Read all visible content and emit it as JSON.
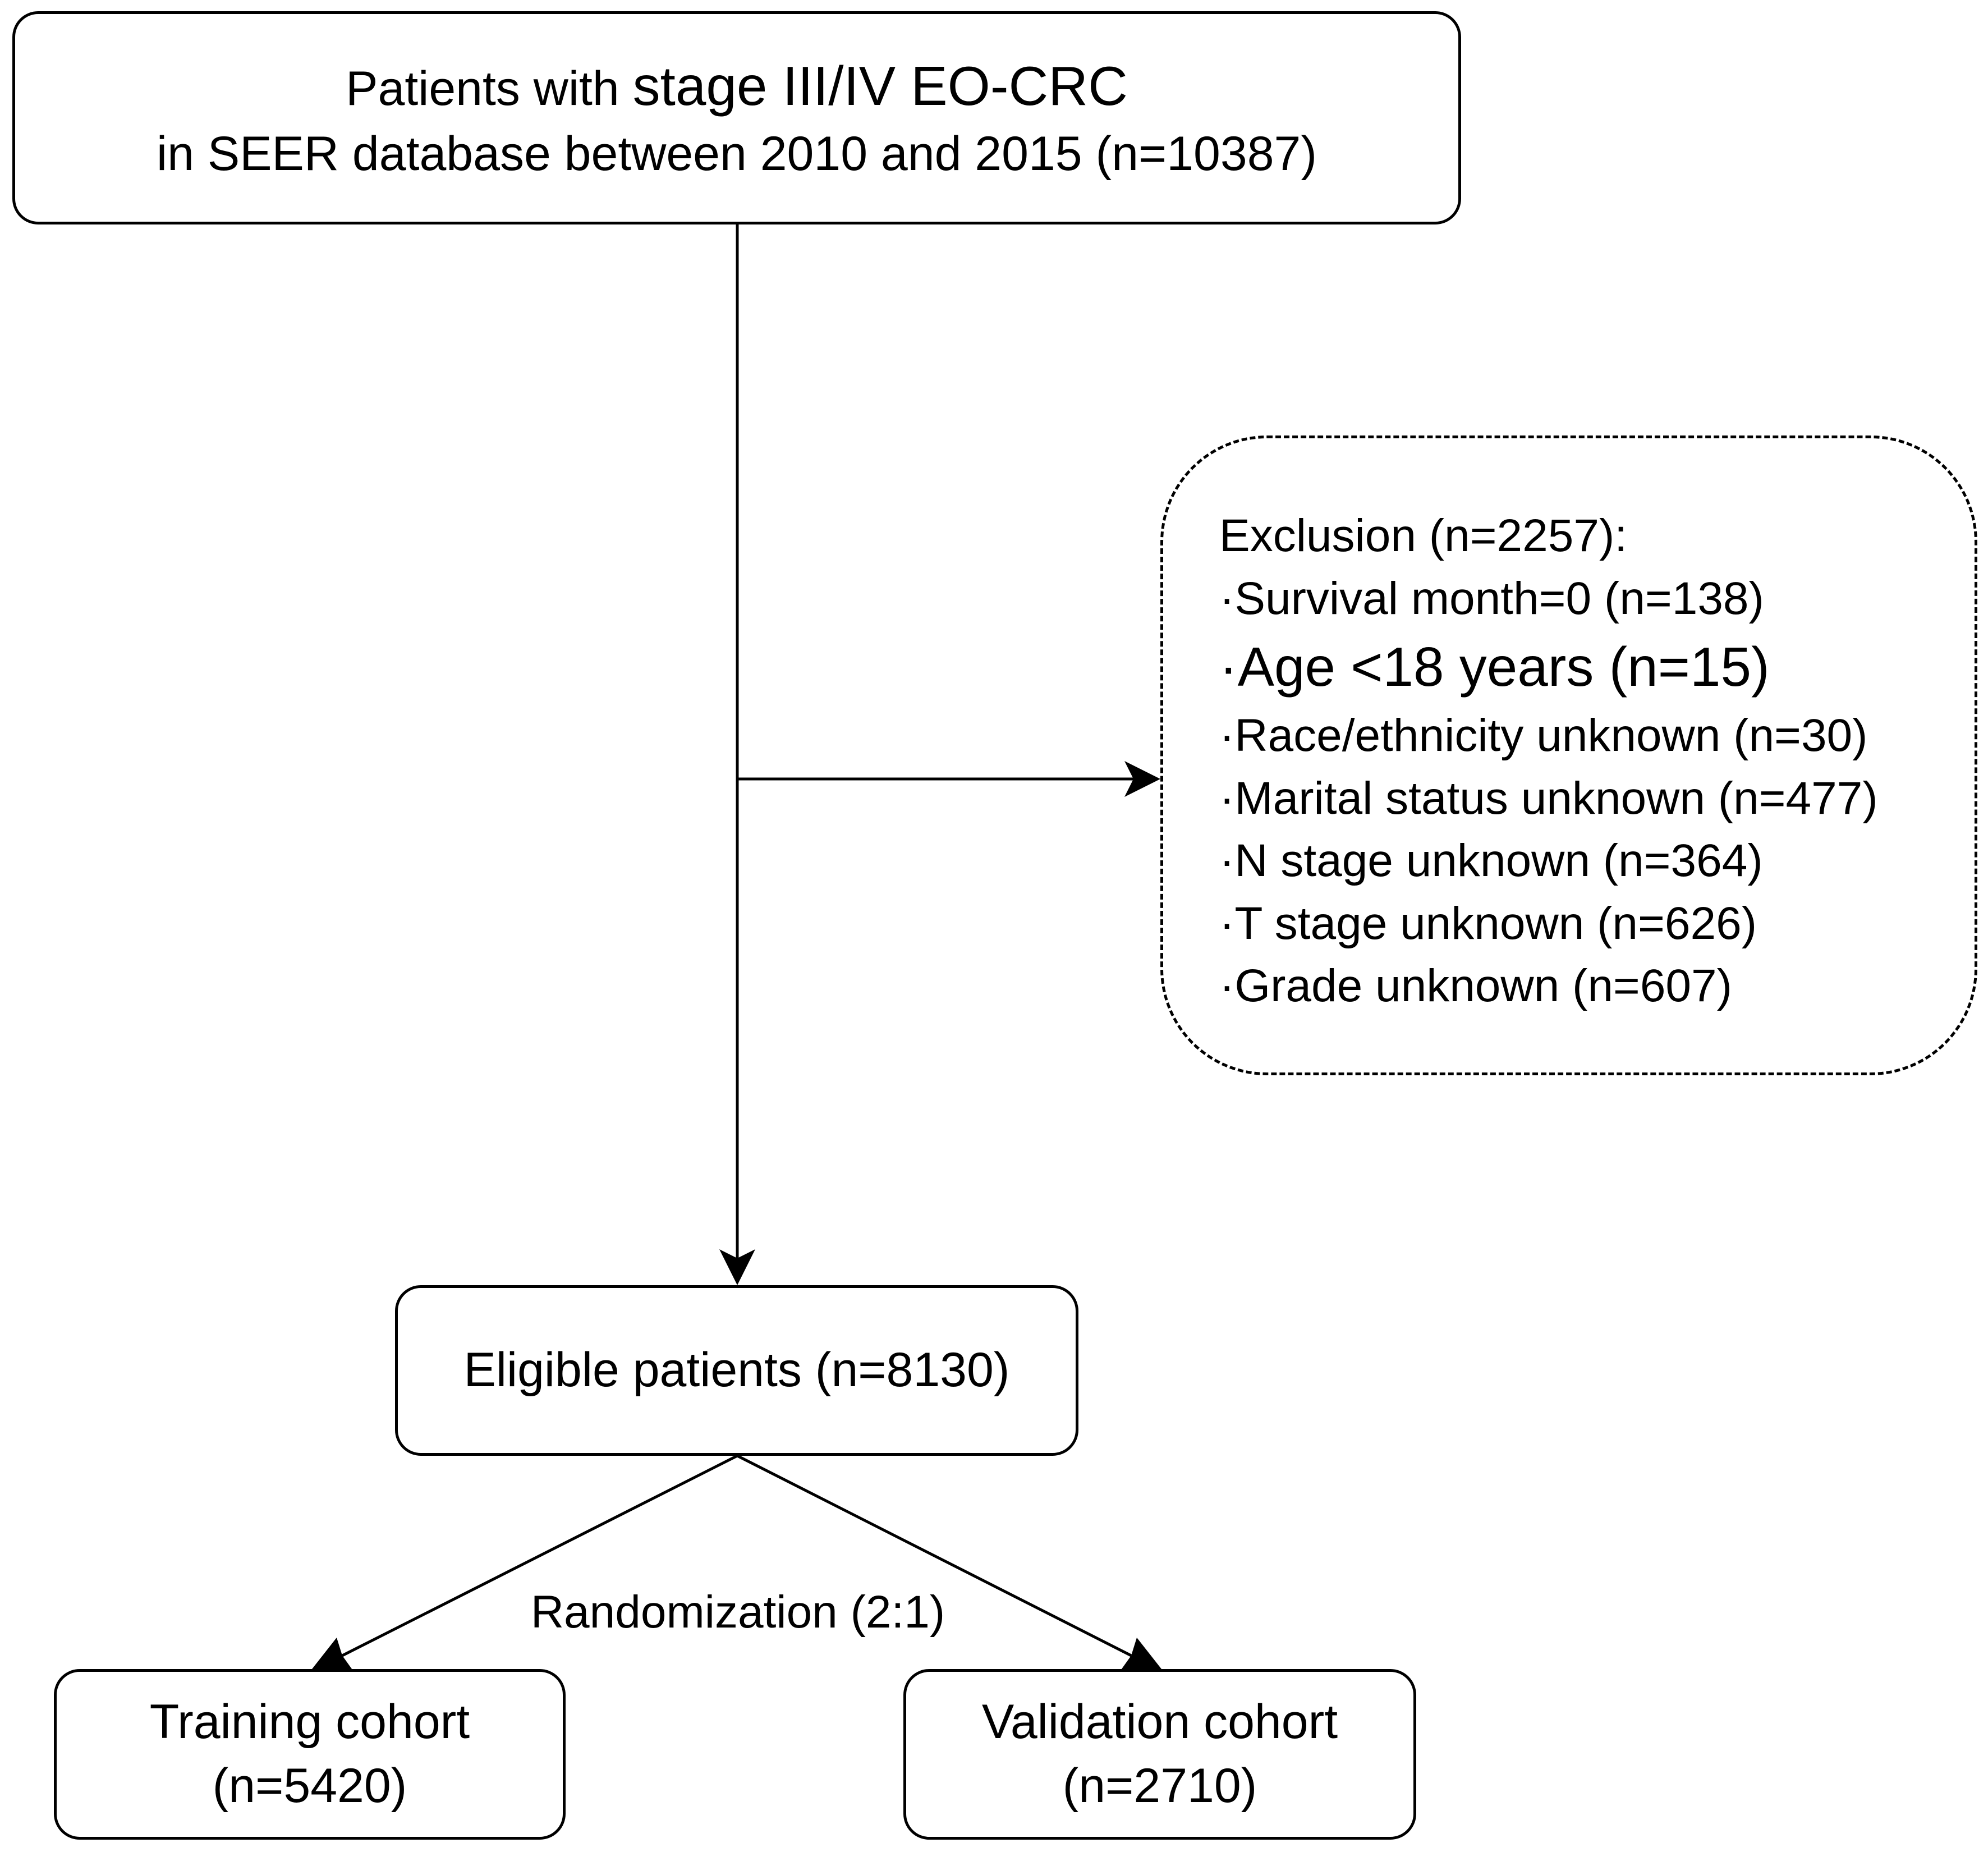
{
  "source_box": {
    "line1_prefix": "Patients with ",
    "line1_emph": "stage III/IV EO-CRC",
    "line2": "in SEER database between 2010 and 2015 (n=10387)"
  },
  "exclusion_box": {
    "title": "Exclusion (n=2257):",
    "bullet": "·",
    "items": [
      "Survival month=0 (n=138)",
      "Age <18 years (n=15)",
      "Race/ethnicity unknown (n=30)",
      "Marital status unknown (n=477)",
      "N stage unknown (n=364)",
      "T stage unknown (n=626)",
      "Grade unknown (n=607)"
    ]
  },
  "eligible_box": {
    "label": "Eligible patients (n=8130)"
  },
  "randomization": {
    "label": "Randomization (2:1)"
  },
  "training_box": {
    "line1": "Training cohort",
    "line2": "(n=5420)"
  },
  "validation_box": {
    "line1": "Validation cohort",
    "line2": "(n=2710)"
  }
}
